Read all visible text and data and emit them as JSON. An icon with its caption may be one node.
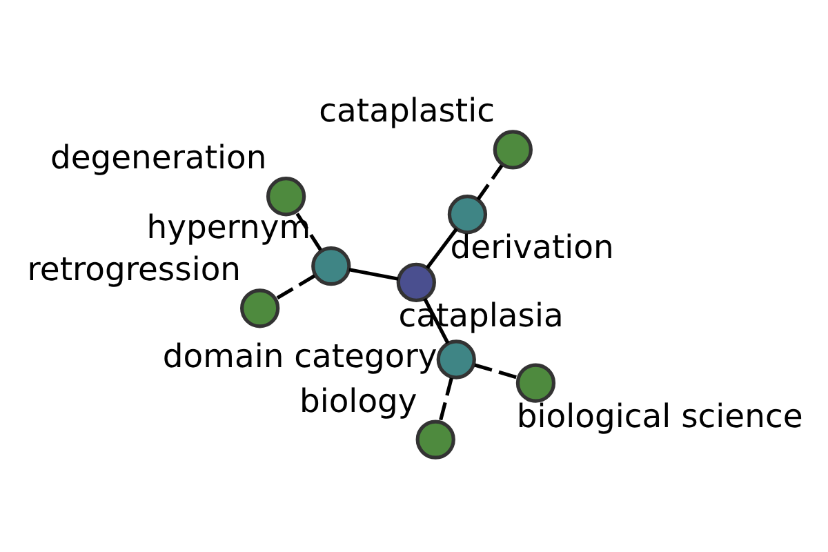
{
  "diagram": {
    "nodes": [
      {
        "text": [],
        "shape": "circle",
        "beside": [
          "retrogression"
        ]
      },
      {
        "text": [],
        "shape": "circle",
        "beside": [
          "degeneration"
        ]
      },
      {
        "text": [],
        "shape": "circle",
        "beside": [
          "hypernym"
        ]
      },
      {
        "text": [],
        "shape": "circle",
        "beside": [
          "cataplasia"
        ]
      },
      {
        "text": [],
        "shape": "circle",
        "beside": [
          "derivation"
        ]
      },
      {
        "text": [],
        "shape": "circle",
        "beside": [
          "cataplastic"
        ]
      },
      {
        "text": [],
        "shape": "circle",
        "beside": [
          "domain category"
        ]
      },
      {
        "text": [],
        "shape": "circle",
        "beside": [
          "biological science"
        ]
      },
      {
        "text": [],
        "shape": "circle",
        "beside": [
          "biology"
        ]
      }
    ],
    "edges": [
      {
        "from": 3,
        "to": 2,
        "arrow": "none"
      },
      {
        "from": 3,
        "to": 4,
        "arrow": "none"
      },
      {
        "from": 3,
        "to": 6,
        "arrow": "none"
      },
      {
        "from": 2,
        "to": 0,
        "arrow": "none",
        "style": "dashed"
      },
      {
        "from": 2,
        "to": 1,
        "arrow": "none",
        "style": "dashed"
      },
      {
        "from": 4,
        "to": 5,
        "arrow": "none",
        "style": "dashed"
      },
      {
        "from": 6,
        "to": 7,
        "arrow": "none",
        "style": "dashed"
      },
      {
        "from": 6,
        "to": 8,
        "arrow": "none",
        "style": "dashed"
      }
    ]
  }
}
